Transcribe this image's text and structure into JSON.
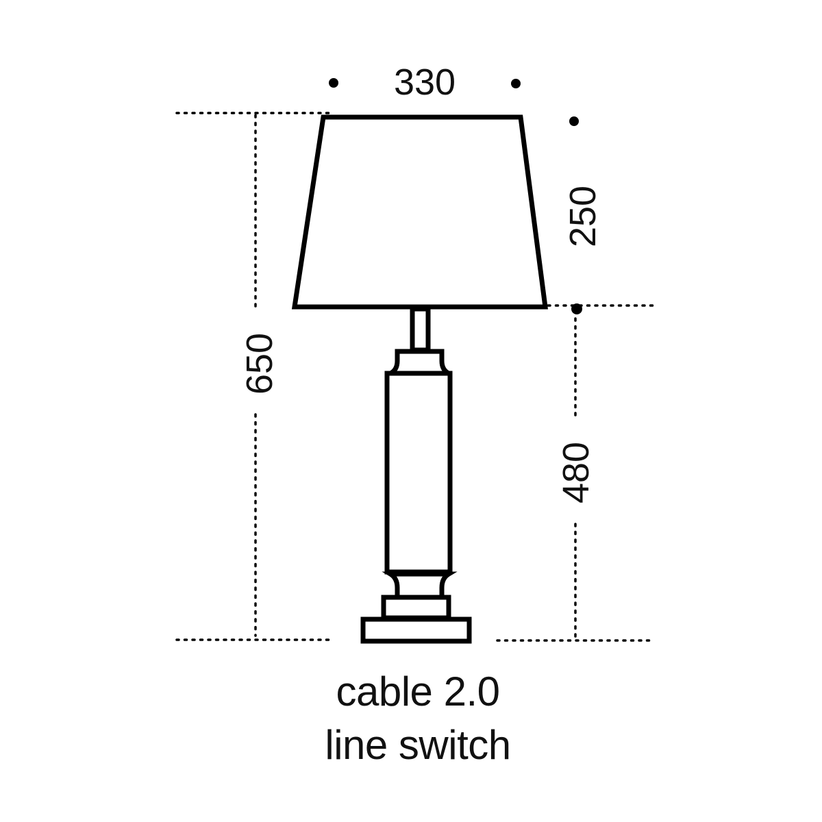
{
  "diagram": {
    "subject": "table lamp dimension drawing",
    "dimensions": {
      "shade_width": "330",
      "shade_height": "250",
      "total_height": "650",
      "base_height": "480"
    },
    "caption": {
      "line1": "cable 2.0",
      "line2": "line switch"
    },
    "colors": {
      "stroke": "#000000",
      "background": "#ffffff",
      "text": "#111111"
    }
  }
}
